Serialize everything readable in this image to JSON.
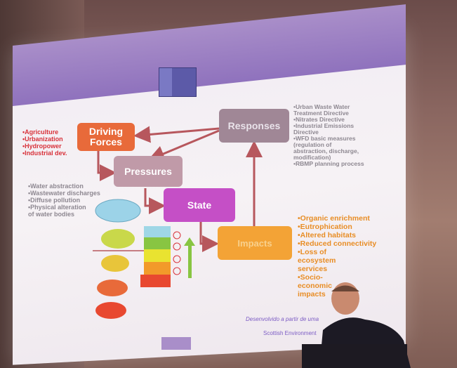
{
  "slide": {
    "driving_forces": "Driving\nForces",
    "pressures": "Pressures",
    "state": "State",
    "responses": "Responses",
    "impacts": "Impacts",
    "driving_items": [
      "•Agriculture",
      "•Urbanization",
      "•Hydropower",
      "•Industrial dev."
    ],
    "pressure_items": [
      "•Water abstraction",
      "•Wastewater discharges",
      "•Diffuse pollution",
      "•Physical alteration",
      "of    water bodies"
    ],
    "response_items": [
      "•Urban Waste Water",
      "Treatment Directive",
      "•Nitrates Directive",
      "•Industrial Emissions",
      "Directive",
      "•WFD basic measures",
      "(regulation of",
      "abstraction, discharge,",
      "modification)",
      "•RBMP planning process"
    ],
    "impact_items": [
      "•Organic enrichment",
      "•Eutrophication",
      "•Altered habitats",
      "•Reduced connectivity",
      "•Loss of",
      "ecosystem",
      "services",
      "•Socio-",
      "economic",
      "impacts"
    ],
    "footer_italic": "Desenvolvido a partir de uma",
    "footer_source": "Scottish Environment"
  },
  "colors": {
    "driving": "#e86a3a",
    "pressures": "#c09aa8",
    "state": "#c54fc6",
    "responses": "#a08796",
    "impacts": "#f3a336",
    "arrow": "#b7575d",
    "red_text": "#d8323a",
    "gray_text": "#8e8891",
    "orange_text": "#e88d25"
  }
}
